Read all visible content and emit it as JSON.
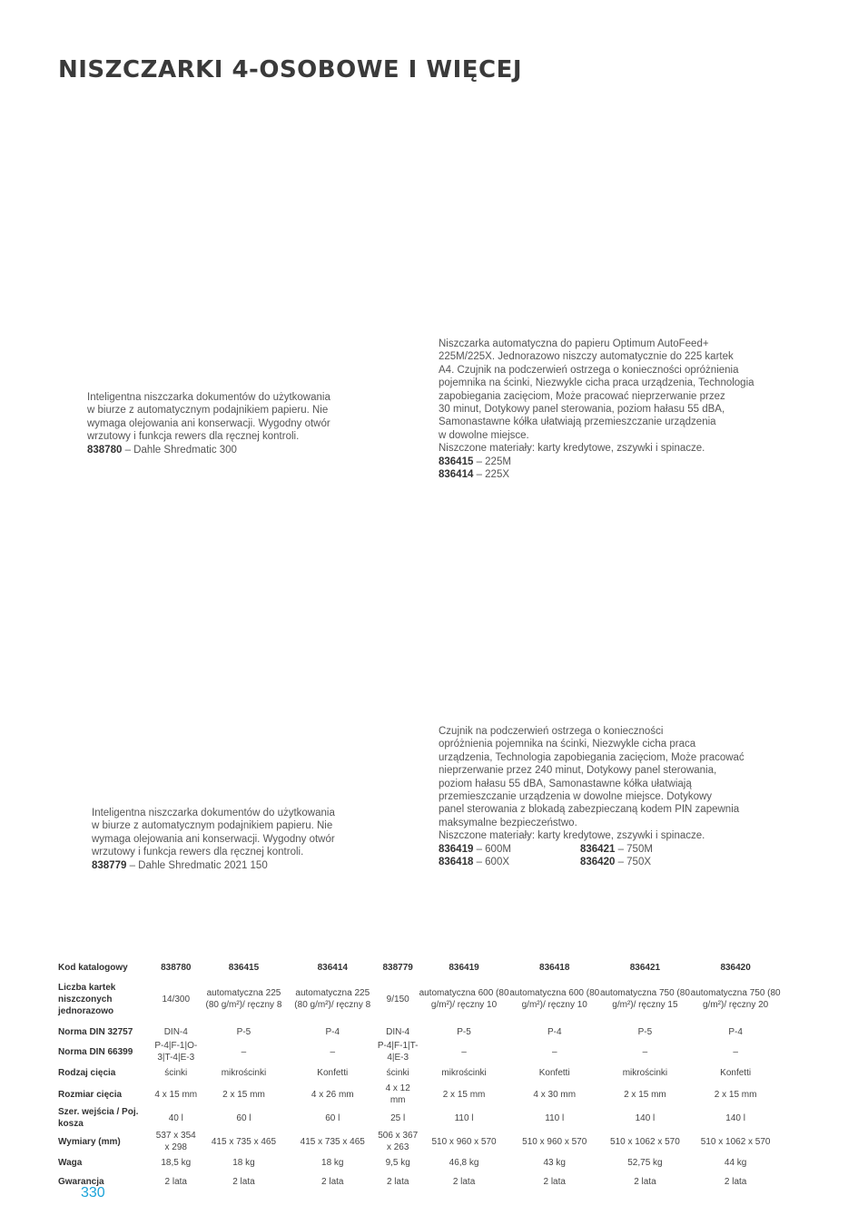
{
  "title": "NISZCZARKI 4-OSOBOWE I WIĘCEJ",
  "products": [
    {
      "lines": [
        "Inteligentna niszczarka dokumentów do użytkowania",
        "w biurze z automatycznym podajnikiem papieru. Nie",
        "wymaga olejowania ani konserwacji. Wygodny otwór",
        "wrzutowy i funkcja rewers dla ręcznej kontroli."
      ],
      "codes": [
        {
          "code": "838780",
          "text": " – Dahle Shredmatic 300"
        }
      ]
    },
    {
      "lines": [
        "Niszczarka automatyczna do papieru Optimum AutoFeed+",
        "225M/225X. Jednorazowo niszczy automatycznie do 225 kartek",
        "A4. Czujnik na podczerwień ostrzega o konieczności opróżnienia",
        "pojemnika na ścinki, Niezwykle cicha praca urządzenia, Technologia",
        "zapobiegania zacięciom, Może pracować nieprzerwanie przez",
        "30 minut, Dotykowy panel sterowania, poziom hałasu 55 dBA,",
        "Samonastawne kółka ułatwiają przemieszczanie urządzenia",
        "w dowolne miejsce.",
        "Niszczone materiały: karty kredytowe, zszywki i spinacze."
      ],
      "codes": [
        {
          "code": "836415",
          "text": " – 225M"
        },
        {
          "code": "836414",
          "text": " – 225X"
        }
      ]
    },
    {
      "lines": [
        "Inteligentna niszczarka dokumentów do użytkowania",
        "w biurze z automatycznym podajnikiem papieru. Nie",
        "wymaga olejowania ani konserwacji. Wygodny otwór",
        "wrzutowy i funkcja rewers dla ręcznej kontroli."
      ],
      "codes": [
        {
          "code": "838779",
          "text": " – Dahle Shredmatic 2021 150"
        }
      ]
    },
    {
      "lines": [
        "Czujnik na podczerwień ostrzega o konieczności",
        "opróżnienia pojemnika na ścinki, Niezwykle cicha praca",
        "urządzenia, Technologia zapobiegania zacięciom, Może pracować",
        "nieprzerwanie przez 240 minut, Dotykowy panel sterowania,",
        "poziom hałasu 55 dBA, Samonastawne kółka ułatwiają",
        "przemieszczanie urządzenia w dowolne miejsce. Dotykowy",
        "panel sterowania z blokadą zabezpieczaną kodem PIN zapewnia",
        "maksymalne bezpieczeństwo.",
        "Niszczone materiały: karty kredytowe, zszywki i spinacze."
      ],
      "code_rows": [
        [
          {
            "code": "836419",
            "text": " – 600M"
          },
          {
            "code": "836421",
            "text": " – 750M"
          }
        ],
        [
          {
            "code": "836418",
            "text": " – 600X"
          },
          {
            "code": "836420",
            "text": " – 750X"
          }
        ]
      ]
    }
  ],
  "table": {
    "header_label": "Kod katalogowy",
    "codes": [
      "838780",
      "836415",
      "836414",
      "838779",
      "836419",
      "836418",
      "836421",
      "836420"
    ],
    "rows": [
      {
        "label": "Liczba kartek niszczonych jednorazowo",
        "values": [
          "14/300",
          "automatyczna 225 (80 g/m²)/ ręczny 8",
          "automatyczna 225 (80 g/m²)/ ręczny 8",
          "9/150",
          "automatyczna 600 (80 g/m²)/ ręczny 10",
          "automatyczna 600 (80 g/m²)/ ręczny 10",
          "automatyczna 750 (80 g/m²)/ ręczny 15",
          "automatyczna 750 (80 g/m²)/ ręczny 20"
        ]
      },
      {
        "label": "Norma DIN 32757",
        "values": [
          "DIN-4",
          "P-5",
          "P-4",
          "DIN-4",
          "P-5",
          "P-4",
          "P-5",
          "P-4"
        ]
      },
      {
        "label": "Norma DIN 66399",
        "values": [
          "P-4|F-1|O-3|T-4|E-3",
          "–",
          "–",
          "P-4|F-1|T-4|E-3",
          "–",
          "–",
          "–",
          "–"
        ]
      },
      {
        "label": "Rodzaj cięcia",
        "values": [
          "ścinki",
          "mikrościnki",
          "Konfetti",
          "ścinki",
          "mikrościnki",
          "Konfetti",
          "mikrościnki",
          "Konfetti"
        ]
      },
      {
        "label": "Rozmiar cięcia",
        "values": [
          "4 x 15 mm",
          "2 x 15 mm",
          "4 x 26 mm",
          "4 x 12 mm",
          "2 x 15 mm",
          "4 x 30 mm",
          "2 x 15 mm",
          "2 x 15 mm"
        ]
      },
      {
        "label": "Szer. wejścia / Poj. kosza",
        "values": [
          "40 l",
          "60 l",
          "60 l",
          "25 l",
          "110 l",
          "110 l",
          "140 l",
          "140 l"
        ]
      },
      {
        "label": "Wymiary (mm)",
        "values": [
          "537 x 354 x 298",
          "415 x 735 x 465",
          "415 x 735 x 465",
          "506 x 367 x 263",
          "510 x 960 x 570",
          "510 x 960 x 570",
          "510 x 1062 x 570",
          "510 x 1062 x 570"
        ]
      },
      {
        "label": "Waga",
        "values": [
          "18,5 kg",
          "18 kg",
          "18 kg",
          "9,5 kg",
          "46,8 kg",
          "43 kg",
          "52,75 kg",
          "44 kg"
        ]
      },
      {
        "label": "Gwarancja",
        "values": [
          "2 lata",
          "2 lata",
          "2 lata",
          "2 lata",
          "2 lata",
          "2 lata",
          "2 lata",
          "2 lata"
        ]
      }
    ]
  },
  "page_number": "330",
  "colors": {
    "accent": "#1aa3d9",
    "title": "#3a3a3a",
    "text": "#555555"
  }
}
